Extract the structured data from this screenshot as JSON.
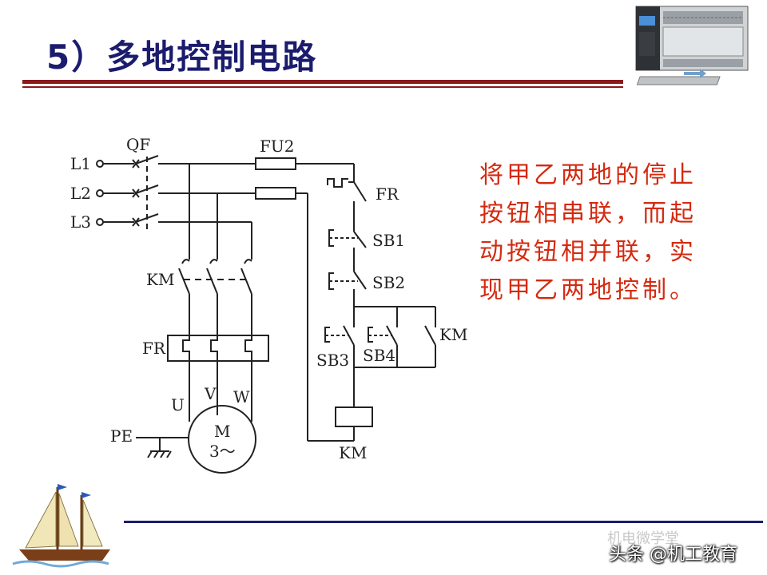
{
  "title": "5）多地控制电路",
  "description_lines": [
    "将甲乙两地的停止",
    "按钮相串联，而起",
    "动按钮相并联，实",
    "现甲乙两地控制。"
  ],
  "labels": {
    "L1": "L1",
    "L2": "L2",
    "L3": "L3",
    "QF": "QF",
    "FU2": "FU2",
    "KM_main": "KM",
    "FR_main": "FR",
    "FR_ctrl": "FR",
    "SB1": "SB1",
    "SB2": "SB2",
    "SB3": "SB3",
    "SB4": "SB4",
    "KM_aux": "KM",
    "KM_coil": "KM",
    "U": "U",
    "V": "V",
    "W": "W",
    "PE": "PE",
    "motor_M": "M",
    "motor_phase": "3～"
  },
  "watermark": {
    "faint": "机电微学堂",
    "main": "头条 @机工教育"
  },
  "colors": {
    "title": "#1c1c6e",
    "rule": "#8b1a1a",
    "description": "#d42a10",
    "bottom_rule": "#1c1c6e"
  }
}
